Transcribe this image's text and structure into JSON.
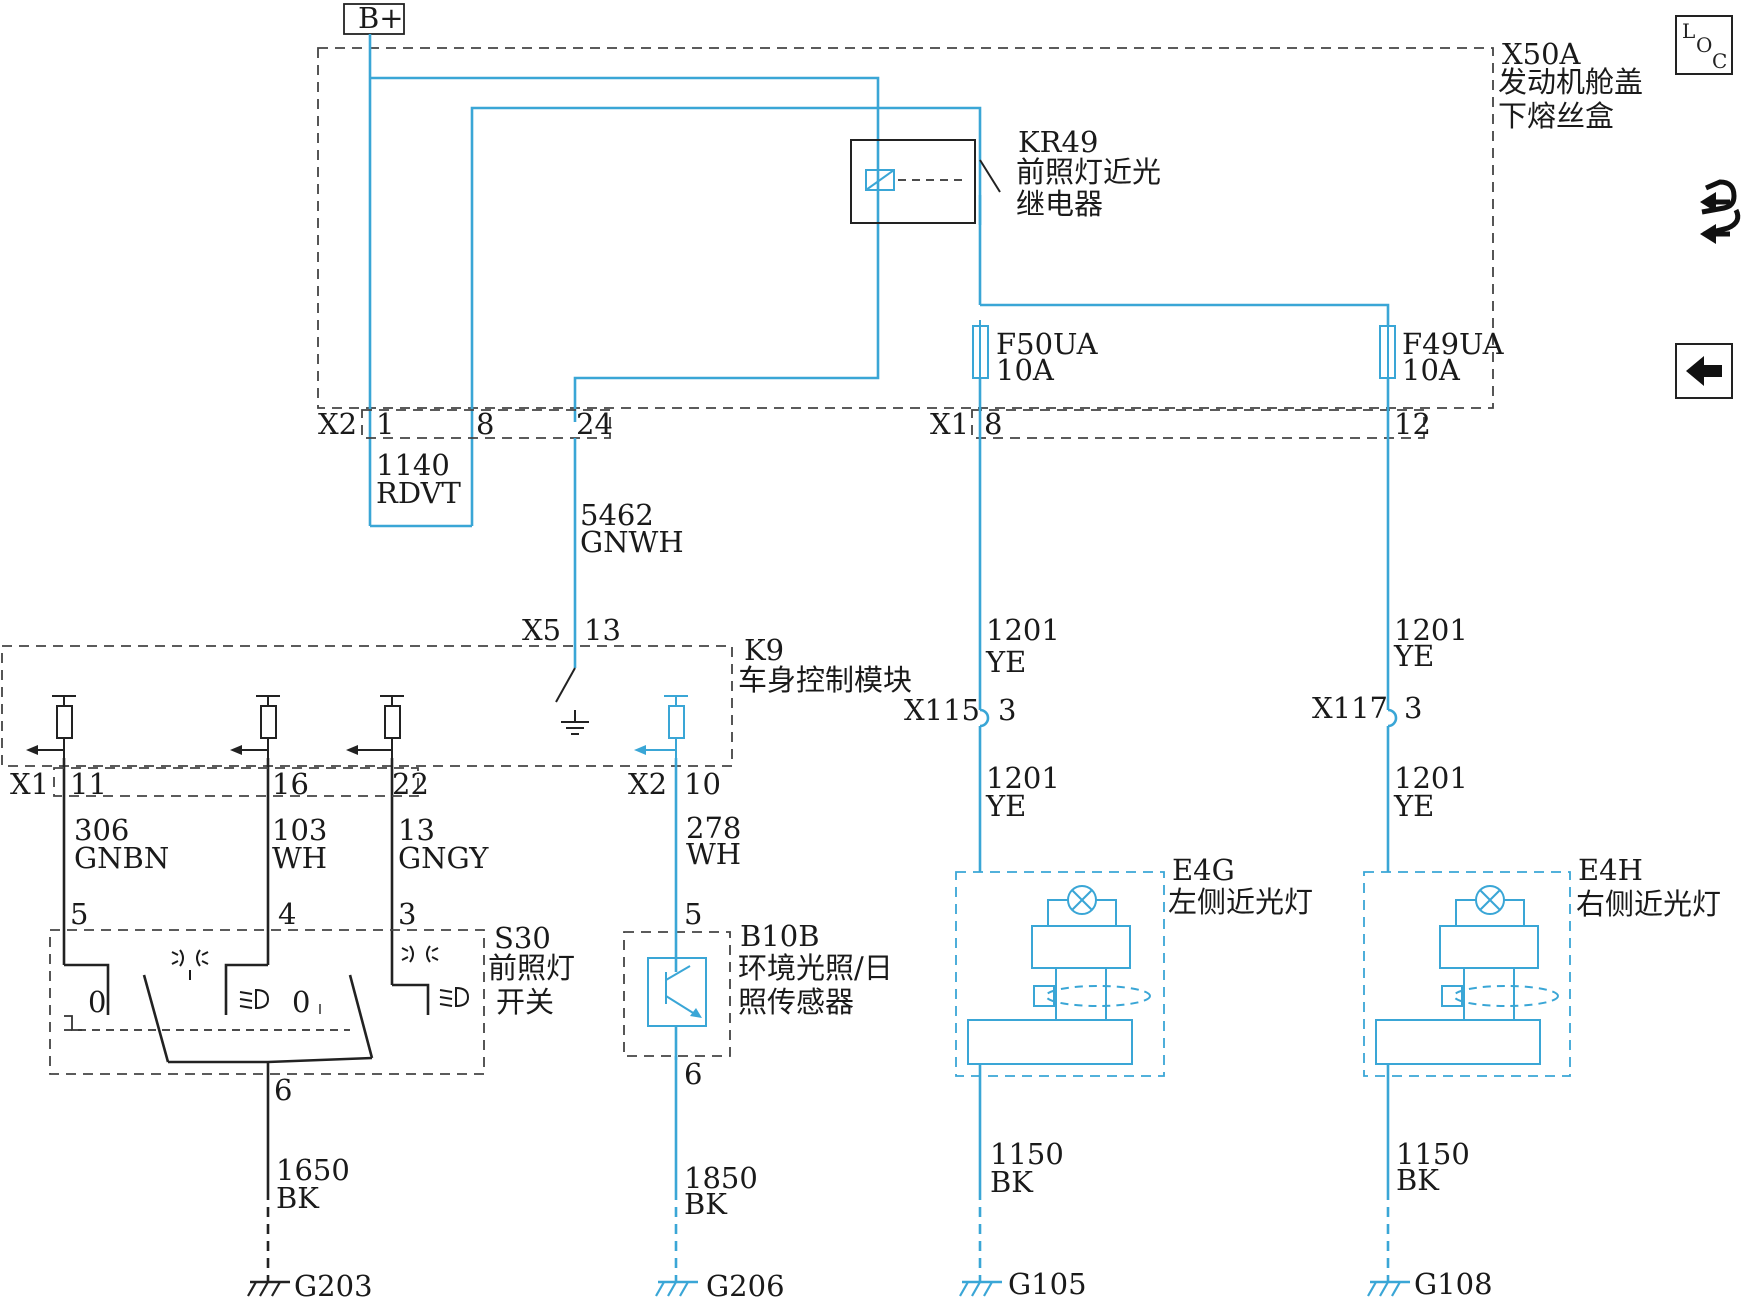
{
  "power": {
    "label": "B+"
  },
  "fuse_box": {
    "id": "X50A",
    "name_l1": "发动机舱盖",
    "name_l2": "下熔丝盒"
  },
  "relay": {
    "id": "KR49",
    "name_l1": "前照灯近光",
    "name_l2": "继电器"
  },
  "fuses": [
    {
      "id": "F50UA",
      "rating": "10A"
    },
    {
      "id": "F49UA",
      "rating": "10A"
    }
  ],
  "connectors": {
    "x50a_x2": {
      "name": "X2",
      "pins": [
        "1",
        "8",
        "24"
      ]
    },
    "x50a_x1": {
      "name": "X1",
      "pins": [
        "8",
        "12"
      ]
    },
    "k9_x5": {
      "name": "X5",
      "pin": "13"
    },
    "k9_x1": {
      "name": "X1",
      "pins": [
        "11",
        "16",
        "22"
      ]
    },
    "k9_x2": {
      "name": "X2",
      "pin": "10"
    },
    "x115": {
      "name": "X115",
      "pin": "3"
    },
    "x117": {
      "name": "X117",
      "pin": "3"
    }
  },
  "wires": {
    "w1140": {
      "num": "1140",
      "color": "RDVT"
    },
    "w5462": {
      "num": "5462",
      "color": "GNWH"
    },
    "w1201a": {
      "num": "1201",
      "color": "YE"
    },
    "w1201b": {
      "num": "1201",
      "color": "YE"
    },
    "w1201c": {
      "num": "1201",
      "color": "YE"
    },
    "w1201d": {
      "num": "1201",
      "color": "YE"
    },
    "w306": {
      "num": "306",
      "color": "GNBN"
    },
    "w103": {
      "num": "103",
      "color": "WH"
    },
    "w13": {
      "num": "13",
      "color": "GNGY"
    },
    "w278": {
      "num": "278",
      "color": "WH"
    },
    "w1650": {
      "num": "1650",
      "color": "BK"
    },
    "w1850": {
      "num": "1850",
      "color": "BK"
    },
    "w1150a": {
      "num": "1150",
      "color": "BK"
    },
    "w1150b": {
      "num": "1150",
      "color": "BK"
    }
  },
  "module": {
    "id": "K9",
    "name": "车身控制模块"
  },
  "switch": {
    "id": "S30",
    "name_l1": "前照灯",
    "name_l2": "开关",
    "pins": [
      "5",
      "4",
      "3",
      "6"
    ],
    "pos0": "0",
    "pos0b": "0"
  },
  "sensor": {
    "id": "B10B",
    "name_l1": "环境光照/日",
    "name_l2": "照传感器",
    "pins": [
      "5",
      "6"
    ]
  },
  "lamps": [
    {
      "id": "E4G",
      "name": "左侧近光灯"
    },
    {
      "id": "E4H",
      "name": "右侧近光灯"
    }
  ],
  "grounds": [
    "G203",
    "G206",
    "G105",
    "G108"
  ],
  "nav": {
    "loc_l": "L",
    "loc_o": "O",
    "loc_c": "C"
  },
  "colors": {
    "wire": "#3aa6d6",
    "black_wire": "#222222"
  }
}
